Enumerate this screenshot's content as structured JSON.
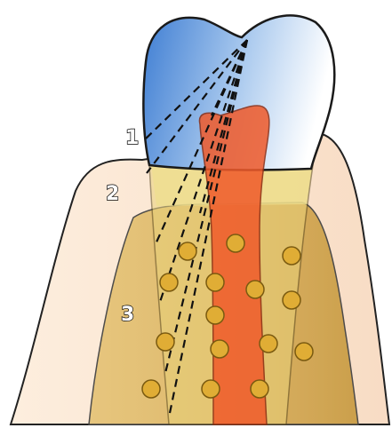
{
  "labels": {
    "one": "1",
    "two": "2",
    "three": "3"
  },
  "colors": {
    "gum": "#fbe6d5",
    "gum_outline": "#222222",
    "bone": "#d9b263",
    "crown_dark": "#3f7ed3",
    "crown_light": "#ffffff",
    "pulp": "#f05a2a",
    "cementum": "#f7f0a8",
    "circle_fill": "#e0ad35",
    "circle_stroke": "#7a5a10",
    "outline": "#1a1a1a"
  }
}
